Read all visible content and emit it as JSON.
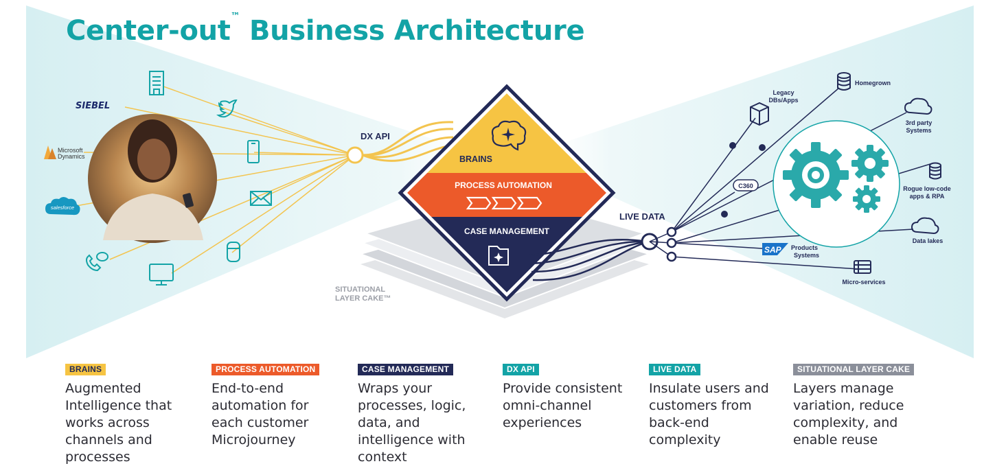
{
  "title": {
    "main": "Center-out",
    "tm": "™",
    "rest": "Business Architecture"
  },
  "left_channels": {
    "siebel": "SIEBEL",
    "microsoft_dynamics": [
      "Microsoft",
      "Dynamics"
    ],
    "salesforce": "salesforce",
    "icons": [
      "building-icon",
      "twitter-icon",
      "mobile-phone-icon",
      "email-icon",
      "smart-speaker-icon",
      "monitor-icon",
      "phone-chat-icon"
    ]
  },
  "dx_api_label": "DX API",
  "diamond": {
    "brains": "BRAINS",
    "process_automation": "PROCESS AUTOMATION",
    "case_management": "CASE MANAGEMENT",
    "colors": {
      "brains": "#f6c443",
      "process": "#ec5a2a",
      "case": "#232a57"
    }
  },
  "layer_cake_label": [
    "SITUATIONAL",
    "LAYER CAKE™"
  ],
  "live_data_label": "LIVE DATA",
  "right_systems": {
    "legacy": [
      "Legacy",
      "DBs/Apps"
    ],
    "homegrown": "Homegrown",
    "third_party": [
      "3rd party",
      "Systems"
    ],
    "rogue": [
      "Rogue low-code",
      "apps & RPA"
    ],
    "c360": "C360",
    "data_lakes": "Data lakes",
    "sap": "SAP",
    "sap_products": [
      "Products",
      "Systems"
    ],
    "micro_services": "Micro-services"
  },
  "legend": [
    {
      "badge": "BRAINS",
      "badge_bg": "#f6c443",
      "badge_fg": "#232a57",
      "lines": [
        "Augmented",
        "Intelligence that",
        "works across",
        "channels and",
        "processes"
      ]
    },
    {
      "badge": "PROCESS AUTOMATION",
      "badge_bg": "#ec5a2a",
      "badge_fg": "#ffffff",
      "lines": [
        "End-to-end",
        "automation for",
        "each customer",
        "Microjourney"
      ]
    },
    {
      "badge": "CASE MANAGEMENT",
      "badge_bg": "#232a57",
      "badge_fg": "#ffffff",
      "lines": [
        "Wraps your",
        "processes, logic,",
        "data, and",
        "intelligence with",
        "context"
      ]
    },
    {
      "badge": "DX API",
      "badge_bg": "#13a3a6",
      "badge_fg": "#ffffff",
      "lines": [
        "Provide consistent",
        "omni-channel",
        "experiences"
      ]
    },
    {
      "badge": "LIVE DATA",
      "badge_bg": "#13a3a6",
      "badge_fg": "#ffffff",
      "lines": [
        "Insulate users and",
        "customers from",
        "back-end",
        "complexity"
      ]
    },
    {
      "badge": "SITUATIONAL LAYER CAKE",
      "badge_bg": "#8b8f9a",
      "badge_fg": "#ffffff",
      "lines": [
        "Layers manage",
        "variation, reduce",
        "complexity, and",
        "enable reuse"
      ]
    }
  ]
}
